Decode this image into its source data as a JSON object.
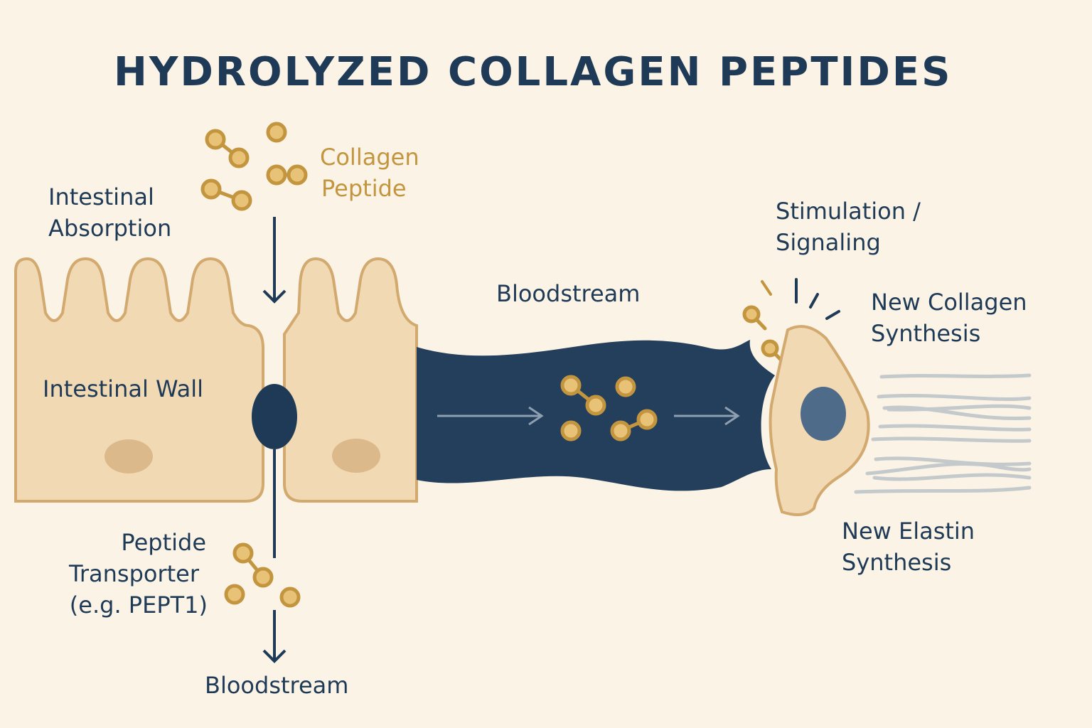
{
  "title": "HYDROLYZED COLLAGEN PEPTIDES",
  "labels": {
    "collagen_peptide_1": "Collagen",
    "collagen_peptide_2": "Peptide",
    "intestinal_absorption_1": "Intestinal",
    "intestinal_absorption_2": "Absorption",
    "intestinal_wall": "Intestinal Wall",
    "peptide_transporter_1": "Peptide",
    "peptide_transporter_2": "Transporter",
    "peptide_transporter_3": "(e.g. PEPT1)",
    "bloodstream_bottom": "Bloodstream",
    "bloodstream_top": "Bloodstream",
    "stimulation_1": "Stimulation /",
    "stimulation_2": "Signaling",
    "new_collagen_1": "New Collagen",
    "new_collagen_2": "Synthesis",
    "new_elastin_1": "New Elastin",
    "new_elastin_2": "Synthesis"
  },
  "colors": {
    "background": "#fbf4e6",
    "navy": "#1f3a56",
    "vessel": "#243f5c",
    "gold": "#c3953f",
    "bead_fill": "#e8c277",
    "cell_fill": "#f1d9b4",
    "cell_stroke": "#d2a96e",
    "nucleus": "#dcb98a",
    "fibroblast_nucleus": "#4e6b89",
    "fiber": "#c4c9cc"
  }
}
